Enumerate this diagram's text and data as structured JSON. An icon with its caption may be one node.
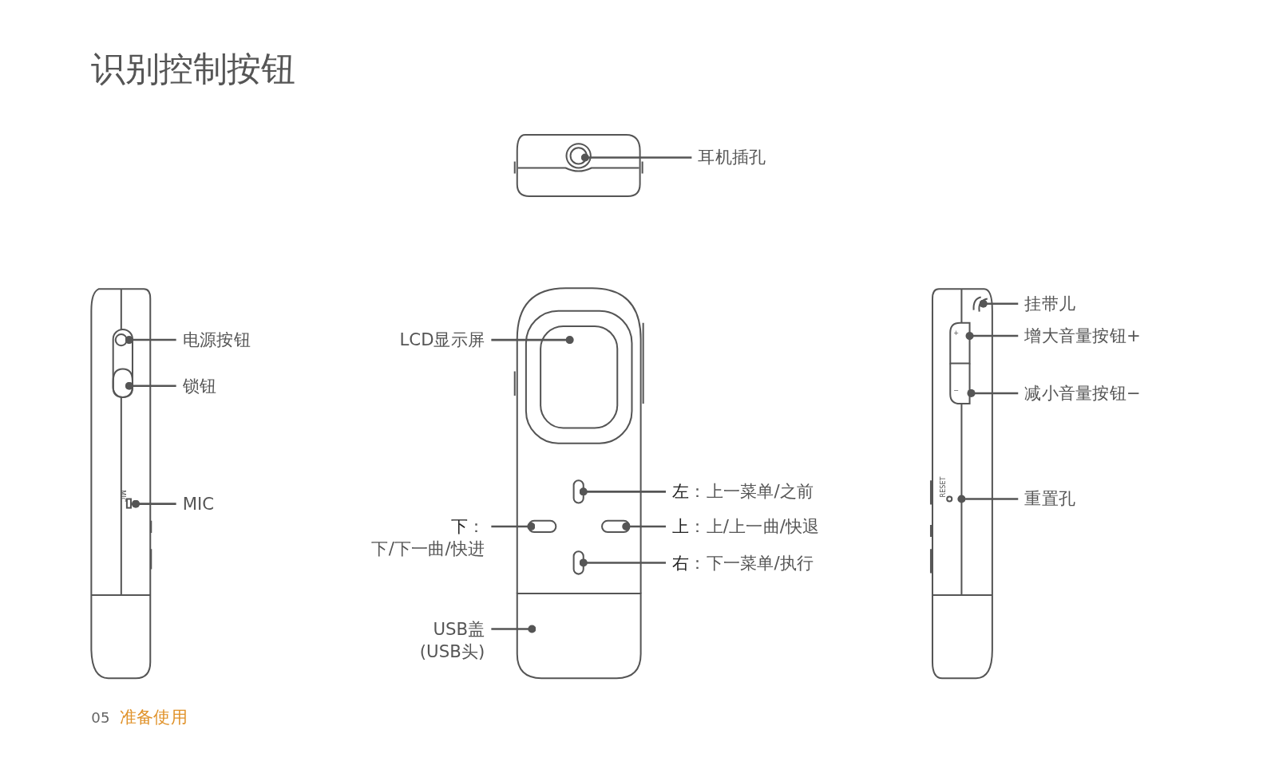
{
  "diagram": {
    "title": "识别控制按钮",
    "nodes": [
      {
        "text": [
          "耳机插孔"
        ]
      },
      {
        "text": [
          "电源按钮"
        ]
      },
      {
        "text": [
          "锁钮"
        ]
      },
      {
        "text": [
          "MIC"
        ]
      },
      {
        "text": [
          "LCD显示屏"
        ]
      },
      {
        "text": [
          "**左**：上一菜单/之前"
        ]
      },
      {
        "text": [
          "**下**：下/下一曲/快进"
        ]
      },
      {
        "text": [
          "**上**：上/上一曲/快退"
        ]
      },
      {
        "text": [
          "**右**：下一菜单/执行"
        ]
      },
      {
        "text": [
          "USB盖(USB头)"
        ]
      },
      {
        "text": [
          "挂带儿"
        ]
      },
      {
        "text": [
          "增大音量按钮+"
        ]
      },
      {
        "text": [
          "减小音量按钮−"
        ]
      },
      {
        "text": [
          "重置孔"
        ]
      },
      {
        "text": [],
        "shape": "circle"
      },
      {
        "text": [],
        "shape": "circle"
      },
      {
        "text": [],
        "shape": "box"
      },
      {
        "text": [],
        "shape": "box"
      },
      {
        "text": [],
        "shape": "box"
      },
      {
        "text": [],
        "shape": "box"
      },
      {
        "text": [],
        "shape": "box"
      },
      {
        "text": [],
        "shape": "box"
      },
      {
        "text": [],
        "shape": "box"
      },
      {
        "text": [],
        "shape": "box"
      },
      {
        "text": [],
        "shape": "slot"
      },
      {
        "text": [],
        "shape": "box"
      },
      {
        "text": [],
        "shape": "box"
      },
      {
        "text": [],
        "shape": "circle"
      }
    ],
    "edges": [
      {
        "from": 0,
        "to": 14,
        "arrow": "other"
      },
      {
        "from": 1,
        "to": 15,
        "arrow": "other"
      },
      {
        "from": 2,
        "to": 16,
        "arrow": "other"
      },
      {
        "from": 3,
        "to": 17,
        "arrow": "other"
      },
      {
        "from": 4,
        "to": 18,
        "arrow": "other"
      },
      {
        "from": 5,
        "to": 19,
        "arrow": "other"
      },
      {
        "from": 6,
        "to": 20,
        "arrow": "other"
      },
      {
        "from": 7,
        "to": 21,
        "arrow": "other"
      },
      {
        "from": 8,
        "to": 22,
        "arrow": "other"
      },
      {
        "from": 9,
        "to": 23,
        "arrow": "other"
      },
      {
        "from": 10,
        "to": 24,
        "arrow": "other"
      },
      {
        "from": 11,
        "to": 25,
        "arrow": "other"
      },
      {
        "from": 12,
        "to": 26,
        "arrow": "other"
      },
      {
        "from": 13,
        "to": 27,
        "arrow": "other"
      }
    ],
    "labels": [
      "MIC",
      "+",
      "−",
      "RESET",
      "05",
      "准备使用"
    ]
  }
}
